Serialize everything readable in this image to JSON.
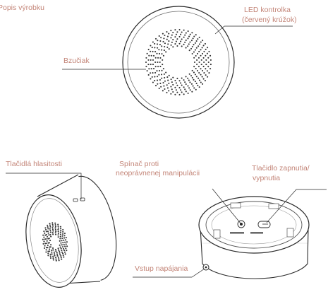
{
  "heading": "Popis výrobku",
  "labels": {
    "led_line1": "LED kontrolka",
    "led_line2": "(červený krúžok)",
    "buzzer": "Bzučiak",
    "volume": "Tlačidlá hlasitosti",
    "tamper_line1": "Spínač proti",
    "tamper_line2": "neoprávnenej manipulácii",
    "power_line1": "Tlačidlo zapnutia/",
    "power_line2": "vypnutia",
    "power_input": "Vstup napájania"
  },
  "colors": {
    "label_text": "#c38578",
    "outline": "#2a2a2a",
    "device_fill": "#ffffff",
    "speaker_dots": "#333333"
  }
}
